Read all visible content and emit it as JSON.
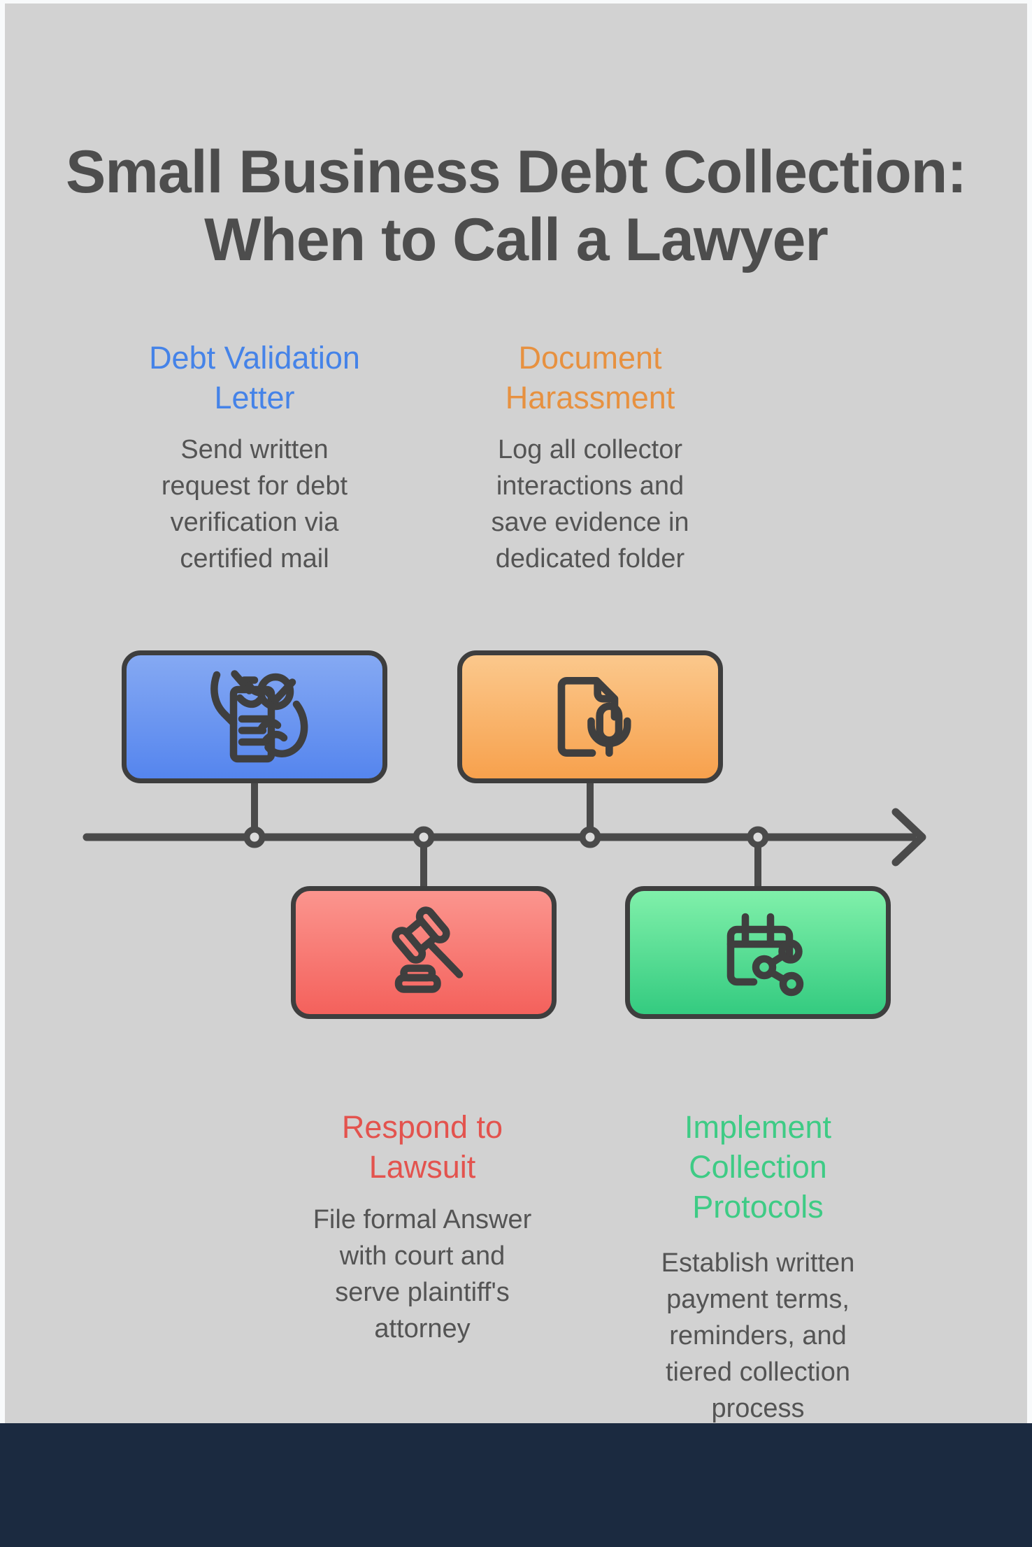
{
  "title": {
    "line1": "Small Business Debt Collection:",
    "line2": "When to Call a Lawyer"
  },
  "palette": {
    "canvas_bg": "#d2d2d2",
    "outer_frame": "#f8fafb",
    "footer_bar": "#1b2a40",
    "outline_charcoal": "#3f3f3f",
    "timeline_gray": "#4a4a4a",
    "title_text": "#4d4d4d",
    "body_text": "#545454",
    "node_fill": "#dcdcdc"
  },
  "timeline": {
    "direction": "left-to-right-arrow",
    "node_count": 4
  },
  "steps": [
    {
      "node": 1,
      "position": "above-line",
      "title": "Debt Validation\nLetter",
      "description": "Send written\nrequest for debt\nverification via\ncertified mail",
      "accent": "#4583e8",
      "box_top": "#85a9f3",
      "box_bottom": "#5585ee",
      "icon": "document-check-hands-icon"
    },
    {
      "node": 2,
      "position": "below-line",
      "title": "Respond to\nLawsuit",
      "description": "File formal Answer\nwith court and\nserve plaintiff's\nattorney",
      "accent": "#e3534e",
      "box_top": "#fb958e",
      "box_bottom": "#f4615c",
      "icon": "gavel-icon"
    },
    {
      "node": 3,
      "position": "above-line",
      "title": "Document\nHarassment",
      "description": "Log all collector\ninteractions and\nsave evidence in\ndedicated folder",
      "accent": "#e79140",
      "box_top": "#fbc88c",
      "box_bottom": "#f7a14d",
      "icon": "document-microphone-icon"
    },
    {
      "node": 4,
      "position": "below-line",
      "title": "Implement\nCollection\nProtocols",
      "description": "Establish written\npayment terms,\nreminders, and\ntiered collection\nprocess",
      "accent": "#3ecb85",
      "box_top": "#80f0aa",
      "box_bottom": "#34cb80",
      "icon": "calendar-share-icon"
    }
  ]
}
